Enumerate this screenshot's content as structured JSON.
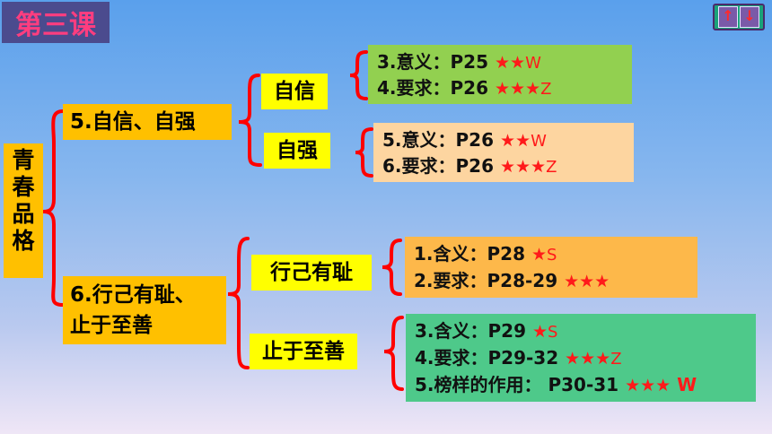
{
  "lesson_label": "第三课",
  "nav": {
    "up": "↑",
    "down": "↓"
  },
  "root": {
    "chars": [
      "青",
      "春",
      "品",
      "格"
    ]
  },
  "nodes": {
    "n5": "5.自信、自强",
    "n6_line1": "6.行己有耻、",
    "n6_line2": "止于至善"
  },
  "subs": {
    "zixin": "自信",
    "ziqiang": "自强",
    "xingji": "行己有耻",
    "zhiyu": "止于至善"
  },
  "boxes": {
    "zixin": [
      {
        "label": "3.意义：P25",
        "stars": "★★",
        "tag": "W"
      },
      {
        "label": "4.要求：P26",
        "stars": "★★★",
        "tag": "Z"
      }
    ],
    "ziqiang": [
      {
        "label": "5.意义：P26",
        "stars": "★★",
        "tag": "W"
      },
      {
        "label": "6.要求：P26",
        "stars": "★★★",
        "tag": "Z"
      }
    ],
    "xingji": [
      {
        "label": "1.含义：P28",
        "stars": "★",
        "tag": "S"
      },
      {
        "label": "2.要求：P28-29",
        "stars": "★★★",
        "tag": ""
      }
    ],
    "zhiyu": [
      {
        "label": "3.含义：P29",
        "stars": "★",
        "tag": "S"
      },
      {
        "label": "4.要求：P29-32",
        "stars": "★★★",
        "tag": "Z"
      },
      {
        "label": "5.榜样的作用：  P30-31",
        "stars": "★★★",
        "tag": "W"
      }
    ]
  },
  "colors": {
    "brace": "#ff0000",
    "yellow": "#ffff00",
    "amber": "#ffc000",
    "green": "#92d050",
    "peach": "#fdd5a0",
    "orange": "#fdb84a",
    "mint": "#4ec98a"
  }
}
